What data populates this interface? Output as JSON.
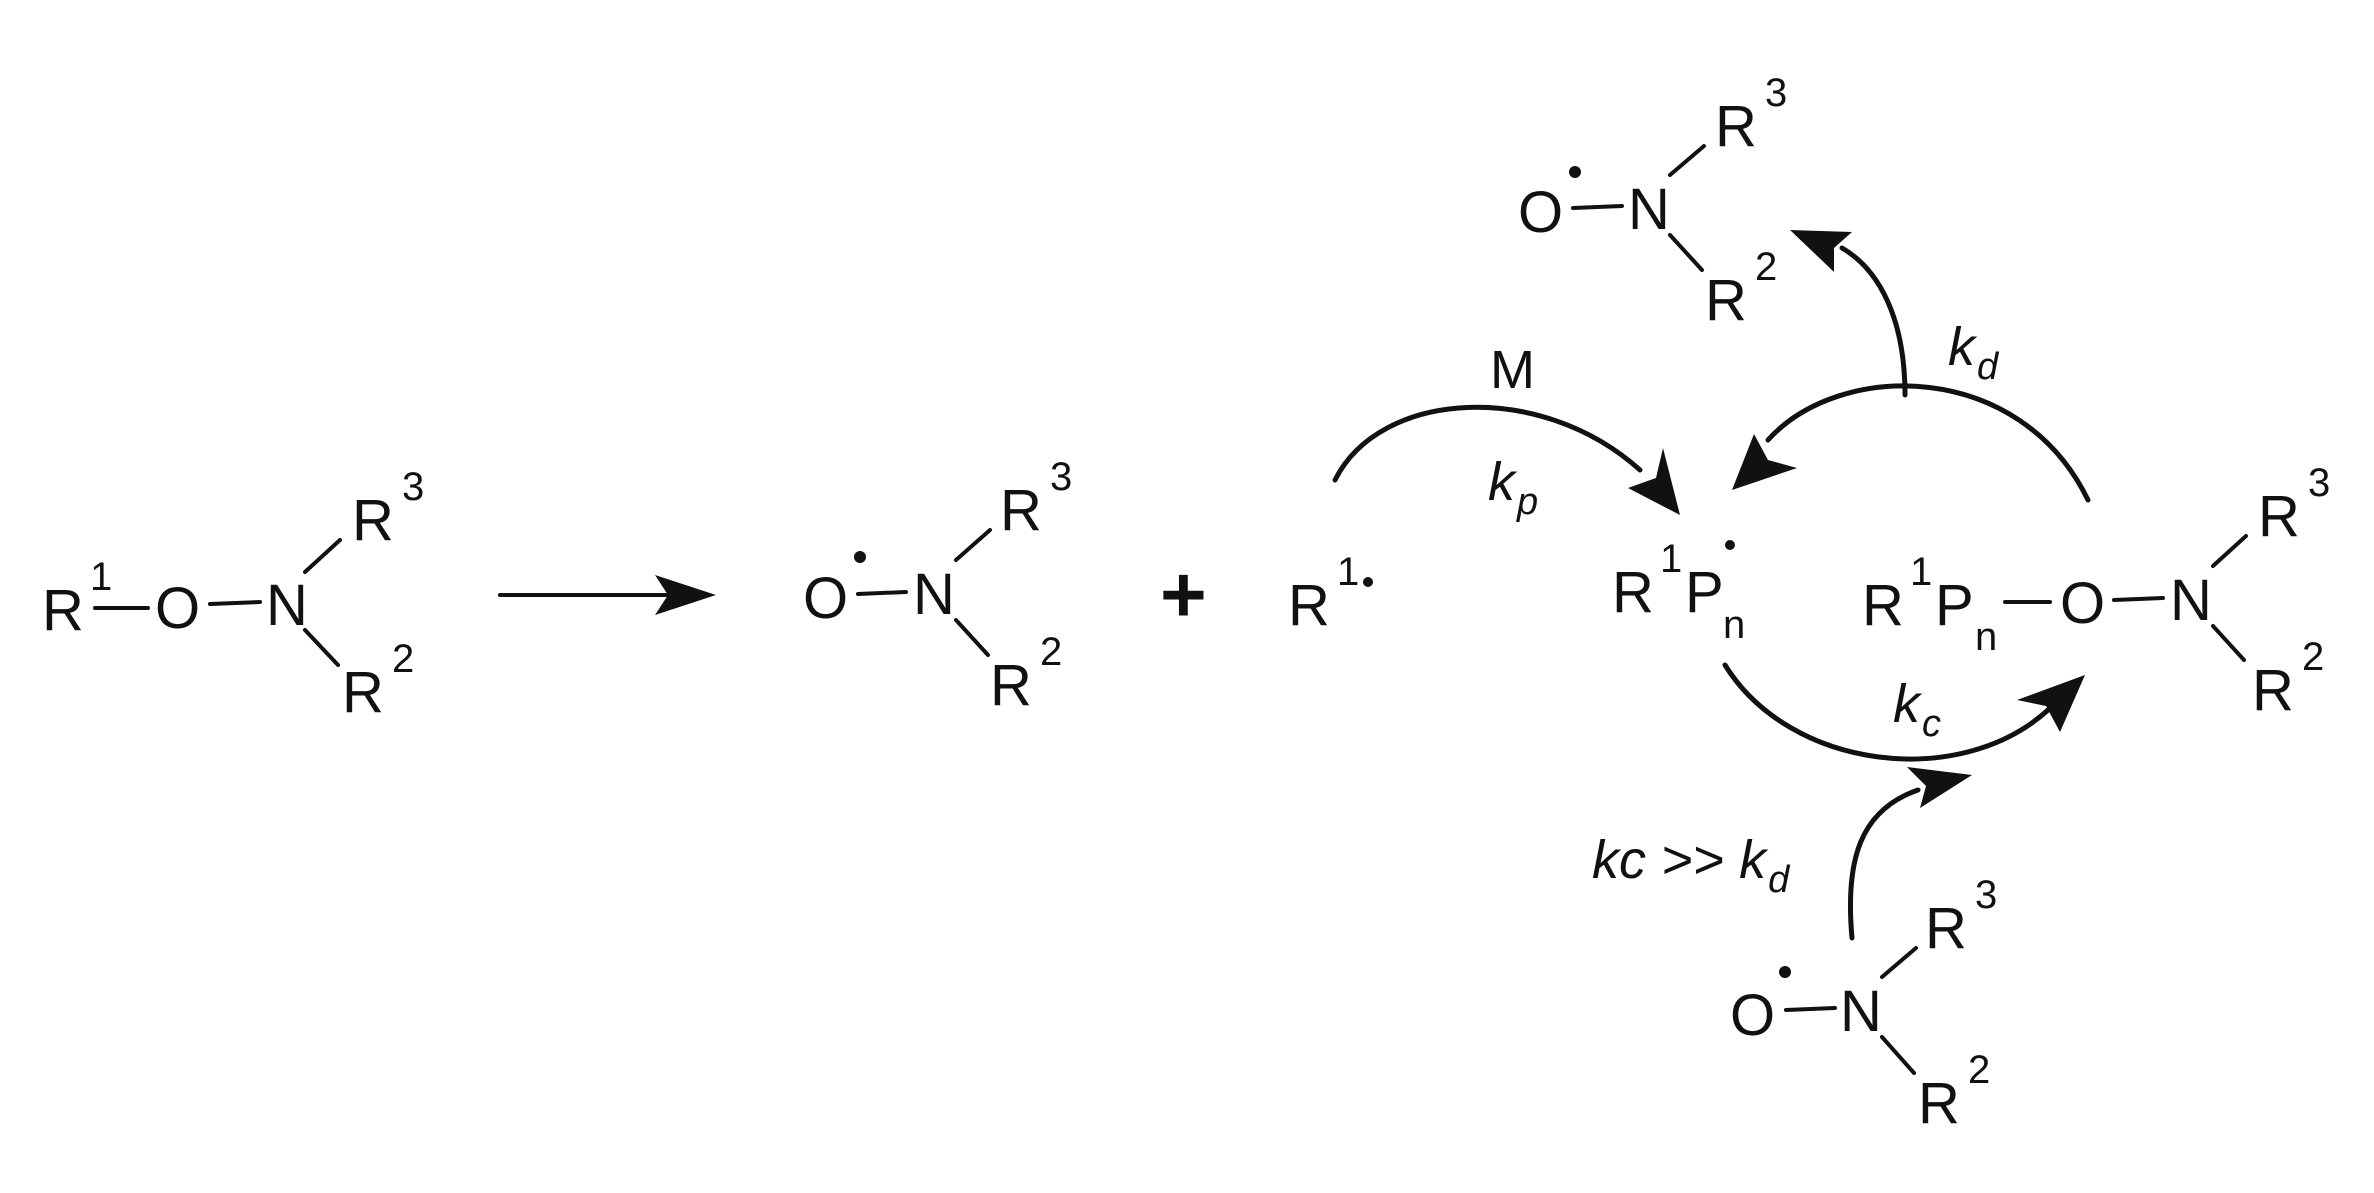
{
  "labels": {
    "R": "R",
    "O": "O",
    "N": "N",
    "P": "P",
    "n": "n",
    "one": "1",
    "two": "2",
    "three": "3",
    "plus": "+",
    "dot": "·"
  },
  "rates": {
    "monomer": "M",
    "k": "k",
    "p": "p",
    "d": "d",
    "c": "c",
    "condition_prefix": "kc >> "
  }
}
